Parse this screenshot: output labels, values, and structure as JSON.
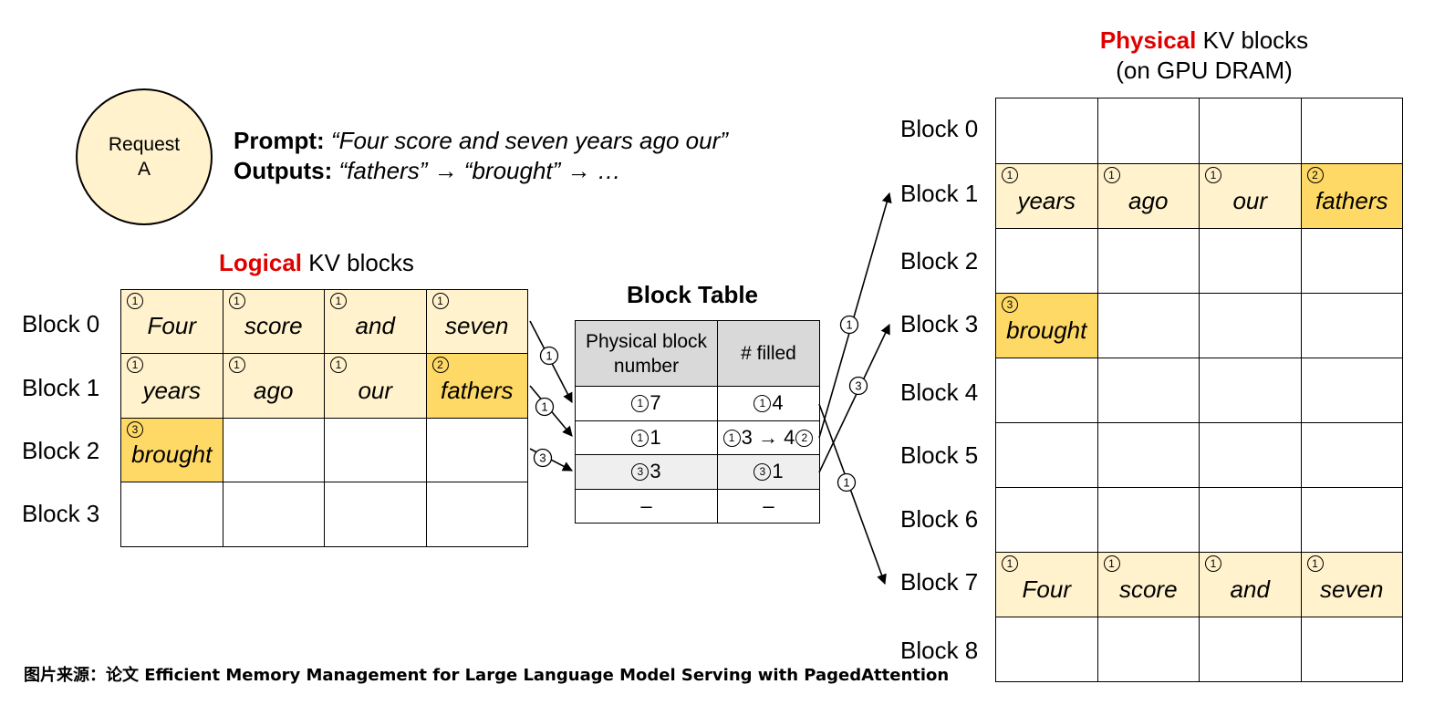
{
  "request": {
    "line1": "Request",
    "line2": "A"
  },
  "prompt": {
    "prompt_label": "Prompt:",
    "prompt_text": "“Four score and seven years ago our”",
    "outputs_label": "Outputs:",
    "outputs_text": "“fathers” → “brought” → …"
  },
  "logical": {
    "title_red": "Logical",
    "title_rest": " KV blocks",
    "row_labels": [
      "Block 0",
      "Block 1",
      "Block 2",
      "Block 3"
    ],
    "rows": [
      [
        {
          "word": "Four",
          "badge": "1"
        },
        {
          "word": "score",
          "badge": "1"
        },
        {
          "word": "and",
          "badge": "1"
        },
        {
          "word": "seven",
          "badge": "1"
        }
      ],
      [
        {
          "word": "years",
          "badge": "1"
        },
        {
          "word": "ago",
          "badge": "1"
        },
        {
          "word": "our",
          "badge": "1"
        },
        {
          "word": "fathers",
          "badge": "2"
        }
      ],
      [
        {
          "word": "brought",
          "badge": "3"
        },
        {
          "word": "",
          "badge": ""
        },
        {
          "word": "",
          "badge": ""
        },
        {
          "word": "",
          "badge": ""
        }
      ],
      [
        {
          "word": "",
          "badge": ""
        },
        {
          "word": "",
          "badge": ""
        },
        {
          "word": "",
          "badge": ""
        },
        {
          "word": "",
          "badge": ""
        }
      ]
    ]
  },
  "block_table": {
    "title": "Block Table",
    "header_col1": "Physical block number",
    "header_col2": "# filled",
    "rows": [
      {
        "num_badge": "1",
        "num": "7",
        "fill_badge": "1",
        "fill": "4",
        "fill_end_badge": ""
      },
      {
        "num_badge": "1",
        "num": "1",
        "fill_badge": "1",
        "fill": "3 → 4",
        "fill_end_badge": "2"
      },
      {
        "num_badge": "3",
        "num": "3",
        "fill_badge": "3",
        "fill": "1",
        "fill_end_badge": ""
      },
      {
        "num_badge": "",
        "num": "–",
        "fill_badge": "",
        "fill": "–",
        "fill_end_badge": ""
      }
    ]
  },
  "physical": {
    "title_red": "Physical",
    "title_rest": " KV blocks",
    "subtitle": "(on GPU DRAM)",
    "row_labels": [
      "Block 0",
      "Block 1",
      "Block 2",
      "Block 3",
      "Block 4",
      "Block 5",
      "Block 6",
      "Block 7",
      "Block 8"
    ],
    "rows": [
      [
        {
          "word": "",
          "badge": ""
        },
        {
          "word": "",
          "badge": ""
        },
        {
          "word": "",
          "badge": ""
        },
        {
          "word": "",
          "badge": ""
        }
      ],
      [
        {
          "word": "years",
          "badge": "1"
        },
        {
          "word": "ago",
          "badge": "1"
        },
        {
          "word": "our",
          "badge": "1"
        },
        {
          "word": "fathers",
          "badge": "2"
        }
      ],
      [
        {
          "word": "",
          "badge": ""
        },
        {
          "word": "",
          "badge": ""
        },
        {
          "word": "",
          "badge": ""
        },
        {
          "word": "",
          "badge": ""
        }
      ],
      [
        {
          "word": "brought",
          "badge": "3"
        },
        {
          "word": "",
          "badge": ""
        },
        {
          "word": "",
          "badge": ""
        },
        {
          "word": "",
          "badge": ""
        }
      ],
      [
        {
          "word": "",
          "badge": ""
        },
        {
          "word": "",
          "badge": ""
        },
        {
          "word": "",
          "badge": ""
        },
        {
          "word": "",
          "badge": ""
        }
      ],
      [
        {
          "word": "",
          "badge": ""
        },
        {
          "word": "",
          "badge": ""
        },
        {
          "word": "",
          "badge": ""
        },
        {
          "word": "",
          "badge": ""
        }
      ],
      [
        {
          "word": "",
          "badge": ""
        },
        {
          "word": "",
          "badge": ""
        },
        {
          "word": "",
          "badge": ""
        },
        {
          "word": "",
          "badge": ""
        }
      ],
      [
        {
          "word": "Four",
          "badge": "1"
        },
        {
          "word": "score",
          "badge": "1"
        },
        {
          "word": "and",
          "badge": "1"
        },
        {
          "word": "seven",
          "badge": "1"
        }
      ],
      [
        {
          "word": "",
          "badge": ""
        },
        {
          "word": "",
          "badge": ""
        },
        {
          "word": "",
          "badge": ""
        },
        {
          "word": "",
          "badge": ""
        }
      ]
    ]
  },
  "arrows": {
    "logical_to_table": [
      {
        "label": "1"
      },
      {
        "label": "1"
      },
      {
        "label": "3"
      }
    ],
    "table_to_physical": [
      {
        "label": "1"
      },
      {
        "label": "3"
      },
      {
        "label": "1"
      }
    ]
  },
  "colors": {
    "light_fill": "#fff2cc",
    "dark_fill": "#ffd966",
    "header_fill": "#d9d9d9",
    "accent_red": "#e00000"
  },
  "cell_fills": {
    "logical": [
      [
        "light",
        "light",
        "light",
        "light"
      ],
      [
        "light",
        "light",
        "light",
        "dark"
      ],
      [
        "dark",
        "",
        "",
        ""
      ],
      [
        "",
        "",
        "",
        ""
      ]
    ],
    "physical": [
      [
        "",
        "",
        "",
        ""
      ],
      [
        "light",
        "light",
        "light",
        "dark"
      ],
      [
        "",
        "",
        "",
        ""
      ],
      [
        "dark",
        "",
        "",
        ""
      ],
      [
        "",
        "",
        "",
        ""
      ],
      [
        "",
        "",
        "",
        ""
      ],
      [
        "",
        "",
        "",
        ""
      ],
      [
        "light",
        "light",
        "light",
        "light"
      ],
      [
        "",
        "",
        "",
        ""
      ]
    ]
  },
  "footer": "图片来源：论文 Efficient Memory Management for Large Language Model Serving with PagedAttention"
}
